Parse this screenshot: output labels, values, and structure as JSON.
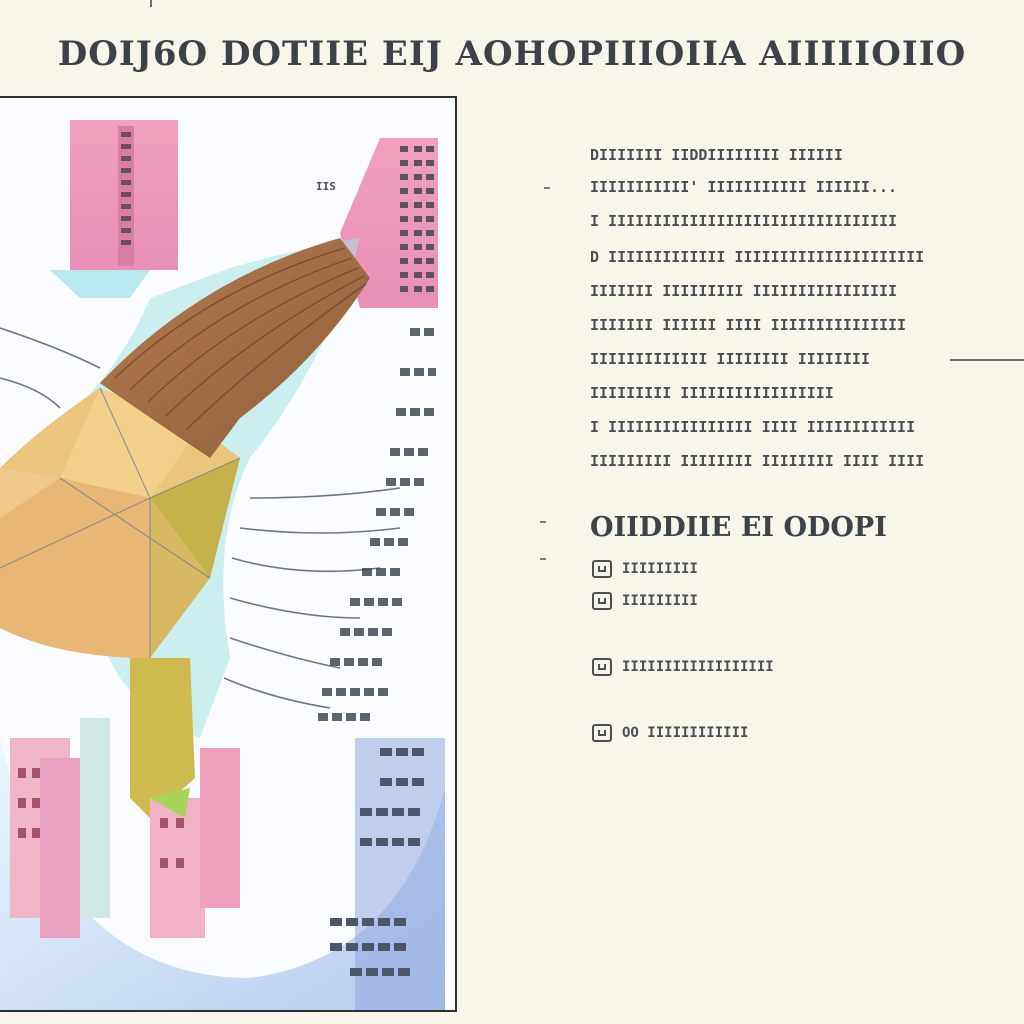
{
  "title": "DOIJ6O DOTIIE EIJ AOHOPIIIOIIA AIIIIIOIIO",
  "illustration": {
    "icon": "illustration-image",
    "label": "IIS"
  },
  "text_block": {
    "lines": [
      "DIIIIIII IIDDIIIIIIII IIIIII",
      "IIIIIIIIIII' IIIIIIIIIII IIIIII...",
      "I IIIIIIIIIIIIIIIIIIIIIIIIIIIIIIII",
      "D IIIIIIIIIIIII IIIIIIIIIIIIIIIIIIIII",
      "IIIIIII IIIIIIIII IIIIIIIIIIIIIIII",
      "IIIIIII IIIIII IIII IIIIIIIIIIIIIII",
      "IIIIIIIIIIIII IIIIIIII IIIIIIII",
      "IIIIIIIII IIIIIIIIIIIIIIIII",
      "I IIIIIIIIIIIIIIII IIII IIIIIIIIIIII",
      "IIIIIIIII IIIIIIII IIIIIIII IIII IIII"
    ]
  },
  "section": {
    "heading": "OIIDDIIE EI ODOPI",
    "legend": [
      {
        "icon": "chart-icon",
        "label": "IIIIIIIII"
      },
      {
        "icon": "chart-icon",
        "label": "IIIIIIIII"
      },
      {
        "icon": "chart-icon",
        "label": "IIIIIIIIIIIIIIIIII"
      },
      {
        "icon": "chart-icon",
        "label": "OO IIIIIIIIIIII"
      }
    ]
  },
  "colors": {
    "background": "#f8f6ea",
    "wood_brown": "#9a6b45",
    "ochre": "#e0b35f",
    "olive": "#c7b24a",
    "pink": "#e9a3c0",
    "teal": "#7fd6d0",
    "blue_panel": "#8ea6e0"
  }
}
